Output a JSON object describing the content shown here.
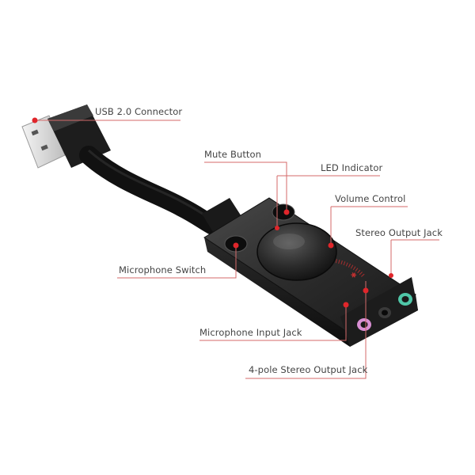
{
  "figure": {
    "subject": "USB external sound card adapter",
    "accent_color": "#d9262b",
    "callouts": [
      {
        "id": "usb",
        "label": "USB 2.0 Connector"
      },
      {
        "id": "mute",
        "label": "Mute Button"
      },
      {
        "id": "led",
        "label": "LED Indicator"
      },
      {
        "id": "volume",
        "label": "Volume Control"
      },
      {
        "id": "stereo_out",
        "label": "Stereo Output Jack"
      },
      {
        "id": "mic_switch",
        "label": "Microphone Switch"
      },
      {
        "id": "mic_in",
        "label": "Microphone Input Jack"
      },
      {
        "id": "four_pole",
        "label": "4-pole Stereo Output Jack"
      }
    ]
  }
}
